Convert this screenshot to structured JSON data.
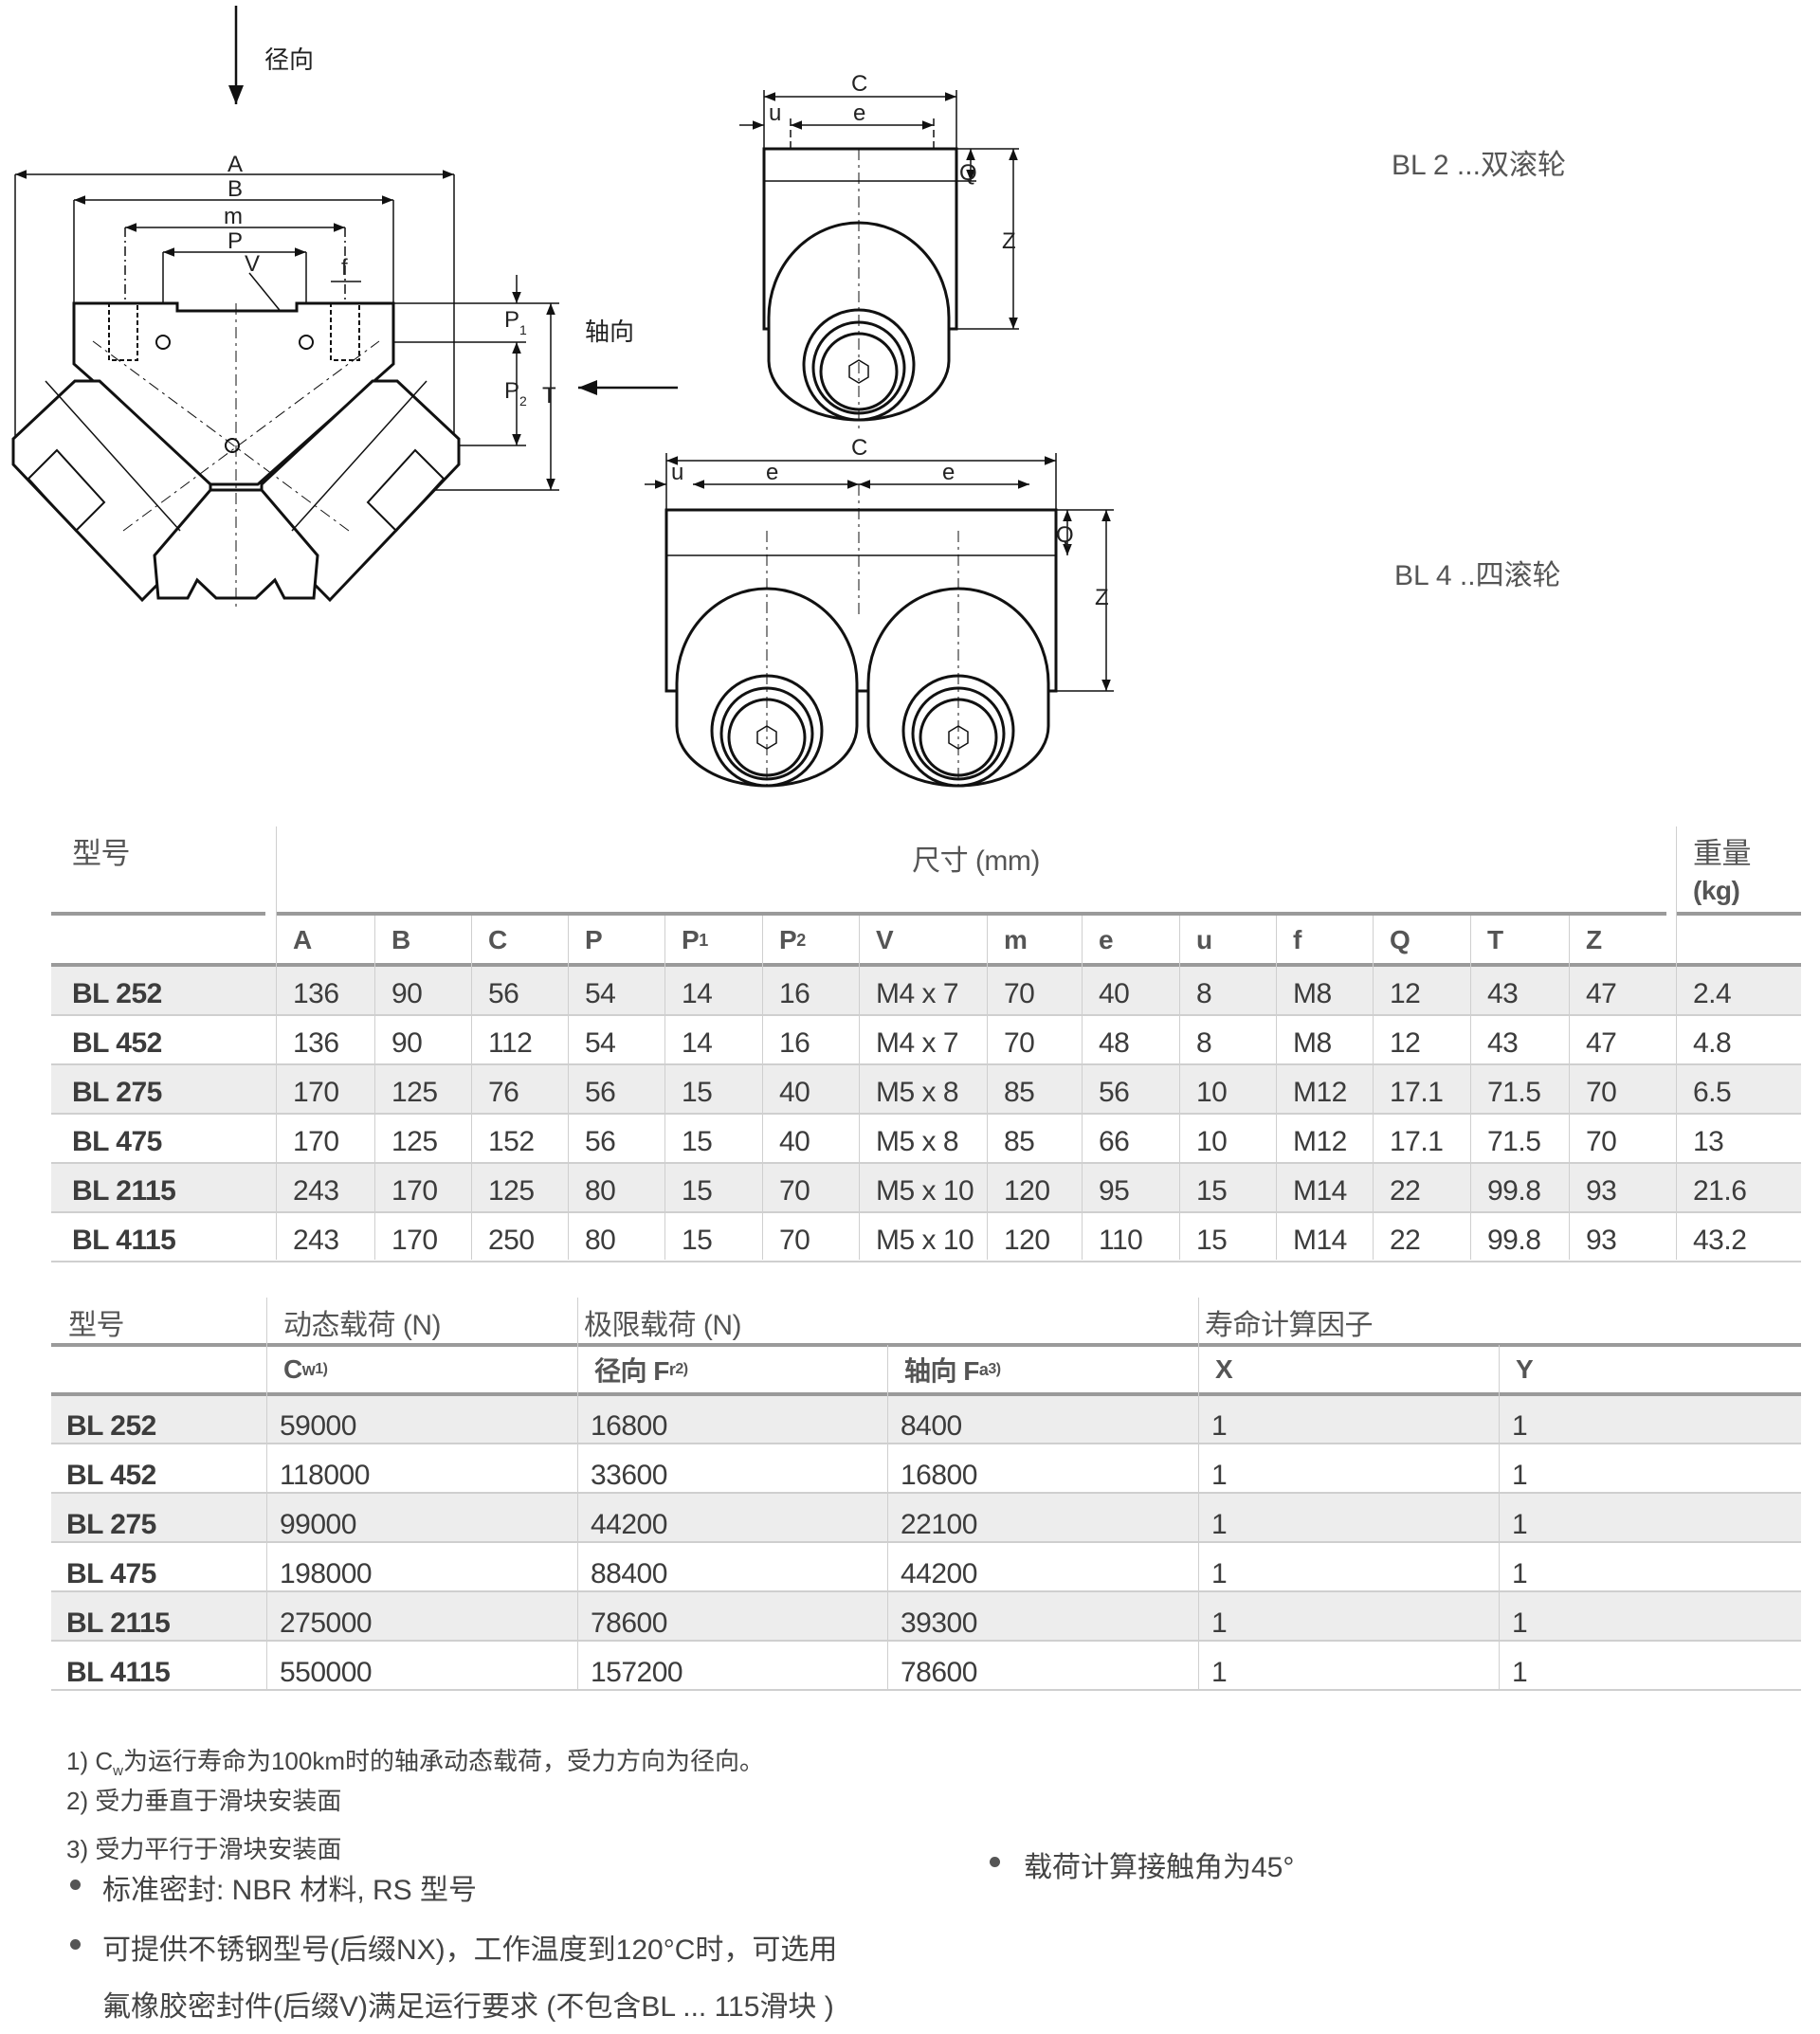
{
  "diagram": {
    "radial_label": "径向",
    "axial_label": "轴向",
    "dims_left": {
      "A": "A",
      "B": "B",
      "m": "m",
      "P": "P",
      "V": "V",
      "f": "f",
      "P1": "P",
      "P1_sub": "1",
      "P2": "P",
      "P2_sub": "2",
      "T": "T"
    },
    "dims_right": {
      "C": "C",
      "u": "u",
      "e": "e",
      "Q": "Q",
      "Z": "Z"
    },
    "caption_bl2": "BL 2 ...双滚轮",
    "caption_bl4": "BL 4 ..四滚轮"
  },
  "table1": {
    "model_header": "型号",
    "dims_header": "尺寸 (mm)",
    "weight_header": "重量",
    "weight_unit": "(kg)",
    "columns": [
      {
        "main": "A"
      },
      {
        "main": "B"
      },
      {
        "main": "C"
      },
      {
        "main": "P"
      },
      {
        "main": "P",
        "sub": "1"
      },
      {
        "main": "P",
        "sub": "2"
      },
      {
        "main": "V"
      },
      {
        "main": "m"
      },
      {
        "main": "e"
      },
      {
        "main": "u"
      },
      {
        "main": "f"
      },
      {
        "main": "Q"
      },
      {
        "main": "T"
      },
      {
        "main": "Z"
      }
    ],
    "rows": [
      [
        "BL 252",
        "136",
        "90",
        "56",
        "54",
        "14",
        "16",
        "M4 x 7",
        "70",
        "40",
        "8",
        "M8",
        "12",
        "43",
        "47",
        "2.4"
      ],
      [
        "BL 452",
        "136",
        "90",
        "112",
        "54",
        "14",
        "16",
        "M4 x 7",
        "70",
        "48",
        "8",
        "M8",
        "12",
        "43",
        "47",
        "4.8"
      ],
      [
        "BL 275",
        "170",
        "125",
        "76",
        "56",
        "15",
        "40",
        "M5 x 8",
        "85",
        "56",
        "10",
        "M12",
        "17.1",
        "71.5",
        "70",
        "6.5"
      ],
      [
        "BL 475",
        "170",
        "125",
        "152",
        "56",
        "15",
        "40",
        "M5 x 8",
        "85",
        "66",
        "10",
        "M12",
        "17.1",
        "71.5",
        "70",
        "13"
      ],
      [
        "BL 2115",
        "243",
        "170",
        "125",
        "80",
        "15",
        "70",
        "M5 x 10",
        "120",
        "95",
        "15",
        "M14",
        "22",
        "99.8",
        "93",
        "21.6"
      ],
      [
        "BL 4115",
        "243",
        "170",
        "250",
        "80",
        "15",
        "70",
        "M5 x 10",
        "120",
        "110",
        "15",
        "M14",
        "22",
        "99.8",
        "93",
        "43.2"
      ]
    ]
  },
  "table2": {
    "model_header": "型号",
    "dynamic_header": "动态载荷 (N)",
    "limit_header": "极限载荷 (N)",
    "life_header": "寿命计算因子",
    "sub_headers": [
      {
        "main": "C",
        "sub": "w",
        "sup": "1)"
      },
      {
        "main": "径向 F",
        "sub": "r",
        "sup": "2)"
      },
      {
        "main": "轴向 F",
        "sub": "a",
        "sup": "3)"
      },
      {
        "main": "X"
      },
      {
        "main": "Y"
      }
    ],
    "rows": [
      [
        "BL 252",
        "59000",
        "16800",
        "8400",
        "1",
        "1"
      ],
      [
        "BL 452",
        "118000",
        "33600",
        "16800",
        "1",
        "1"
      ],
      [
        "BL 275",
        "99000",
        "44200",
        "22100",
        "1",
        "1"
      ],
      [
        "BL 475",
        "198000",
        "88400",
        "44200",
        "1",
        "1"
      ],
      [
        "BL 2115",
        "275000",
        "78600",
        "39300",
        "1",
        "1"
      ],
      [
        "BL 4115",
        "550000",
        "157200",
        "78600",
        "1",
        "1"
      ]
    ]
  },
  "notes": {
    "n1_prefix": "1) C",
    "n1_sub": "w",
    "n1_text": "为运行寿命为100km时的轴承动态载荷，受力方向为径向。",
    "n2": "2) 受力垂直于滑块安装面",
    "n3": "3) 受力平行于滑块安装面",
    "bullet1": "标准密封: NBR 材料, RS 型号",
    "bullet2_line1": "可提供不锈钢型号(后缀NX)，工作温度到120°C时，可选用",
    "bullet2_line2": "氟橡胶密封件(后缀V)满足运行要求 (不包含BL ... 115滑块 )",
    "bullet3": "载荷计算接触角为45°"
  }
}
